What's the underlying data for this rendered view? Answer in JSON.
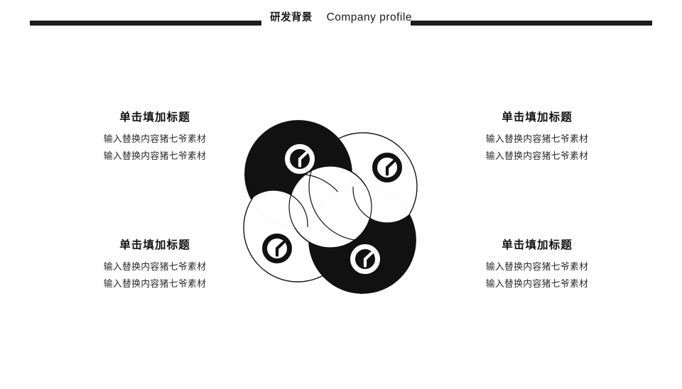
{
  "slide": {
    "background_color": "#ffffff",
    "ink_color": "#1a1a1a"
  },
  "header": {
    "title_cn": "研发背景",
    "title_en": "Company profile",
    "rule_color": "#1c1c1c"
  },
  "blocks": [
    {
      "position": "top-left",
      "title": "单击填加标题",
      "lines": [
        "输入替换内容猪七爷素材",
        "输入替换内容猪七爷素材"
      ]
    },
    {
      "position": "top-right",
      "title": "单击填加标题",
      "lines": [
        "输入替换内容猪七爷素材",
        "输入替换内容猪七爷素材"
      ]
    },
    {
      "position": "bottom-left",
      "title": "单击填加标题",
      "lines": [
        "输入替换内容猪七爷素材",
        "输入替换内容猪七爷素材"
      ]
    },
    {
      "position": "bottom-right",
      "title": "单击填加标题",
      "lines": [
        "输入替换内容猪七爷素材",
        "输入替换内容猪七爷素材"
      ]
    }
  ],
  "graphic": {
    "name": "pinwheel-four-circles",
    "petals": [
      {
        "id": "top-left",
        "fill": "#111111",
        "stroke": "#111111",
        "icon": "clock-icon",
        "icon_color": "#ffffff"
      },
      {
        "id": "top-right",
        "fill": "#ffffff",
        "stroke": "#111111",
        "icon": "clock-icon",
        "icon_color": "#111111"
      },
      {
        "id": "bottom-left",
        "fill": "#ffffff",
        "stroke": "#111111",
        "icon": "clock-icon",
        "icon_color": "#111111"
      },
      {
        "id": "bottom-right",
        "fill": "#111111",
        "stroke": "#111111",
        "icon": "clock-icon",
        "icon_color": "#ffffff"
      }
    ],
    "colors": {
      "black": "#111111",
      "white": "#ffffff"
    }
  }
}
